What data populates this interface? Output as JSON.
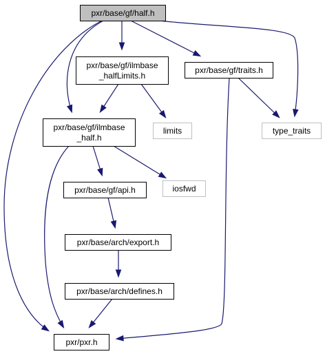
{
  "colors": {
    "edge": "#191970",
    "node_border": "#000000",
    "external_border": "#bfbfbf",
    "root_fill": "#bfbfbf",
    "node_fill": "#ffffff"
  },
  "nodes": {
    "half": {
      "lines": [
        "pxr/base/gf/half.h"
      ],
      "kind": "root"
    },
    "halfLimits": {
      "lines": [
        "pxr/base/gf/ilmbase",
        "_halfLimits.h"
      ],
      "kind": "file"
    },
    "traits": {
      "lines": [
        "pxr/base/gf/traits.h"
      ],
      "kind": "file"
    },
    "ilmHalf": {
      "lines": [
        "pxr/base/gf/ilmbase",
        "_half.h"
      ],
      "kind": "file"
    },
    "limits": {
      "lines": [
        "limits"
      ],
      "kind": "external"
    },
    "type_traits": {
      "lines": [
        "type_traits"
      ],
      "kind": "external"
    },
    "api": {
      "lines": [
        "pxr/base/gf/api.h"
      ],
      "kind": "file"
    },
    "iosfwd": {
      "lines": [
        "iosfwd"
      ],
      "kind": "external"
    },
    "exportH": {
      "lines": [
        "pxr/base/arch/export.h"
      ],
      "kind": "file"
    },
    "defines": {
      "lines": [
        "pxr/base/arch/defines.h"
      ],
      "kind": "file"
    },
    "pxr": {
      "lines": [
        "pxr/pxr.h"
      ],
      "kind": "file"
    }
  },
  "edges": [
    {
      "from": "half",
      "to": "halfLimits"
    },
    {
      "from": "half",
      "to": "traits"
    },
    {
      "from": "half",
      "to": "ilmHalf"
    },
    {
      "from": "half",
      "to": "type_traits"
    },
    {
      "from": "half",
      "to": "pxr"
    },
    {
      "from": "halfLimits",
      "to": "ilmHalf"
    },
    {
      "from": "halfLimits",
      "to": "limits"
    },
    {
      "from": "traits",
      "to": "type_traits"
    },
    {
      "from": "traits",
      "to": "pxr"
    },
    {
      "from": "ilmHalf",
      "to": "api"
    },
    {
      "from": "ilmHalf",
      "to": "iosfwd"
    },
    {
      "from": "ilmHalf",
      "to": "pxr"
    },
    {
      "from": "api",
      "to": "exportH"
    },
    {
      "from": "exportH",
      "to": "defines"
    },
    {
      "from": "defines",
      "to": "pxr"
    }
  ]
}
